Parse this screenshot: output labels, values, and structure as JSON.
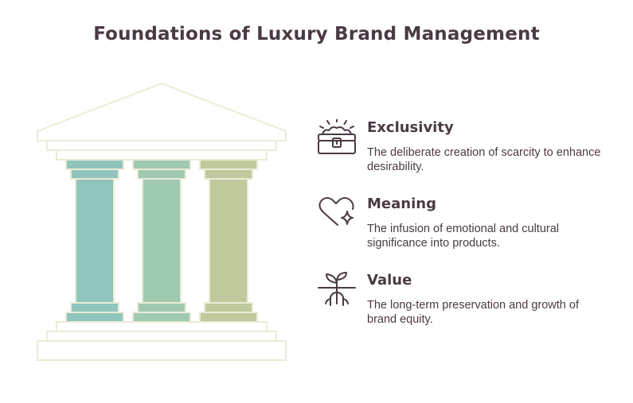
{
  "title": "Foundations of Luxury Brand Management",
  "colors": {
    "pillar_1": "#8fc5bd",
    "pillar_2": "#9fcab0",
    "pillar_3": "#bfc99c",
    "outline": "#ecebd6",
    "text": "#4a3a44"
  },
  "pillars": [
    {
      "title": "Exclusivity",
      "description": "The deliberate creation of scarcity to enhance desirability.",
      "icon": "treasure-chest-icon"
    },
    {
      "title": "Meaning",
      "description": "The infusion of emotional and cultural significance into products.",
      "icon": "heart-sparkle-icon"
    },
    {
      "title": "Value",
      "description": "The long-term preservation and growth of brand equity.",
      "icon": "sprout-roots-icon"
    }
  ]
}
